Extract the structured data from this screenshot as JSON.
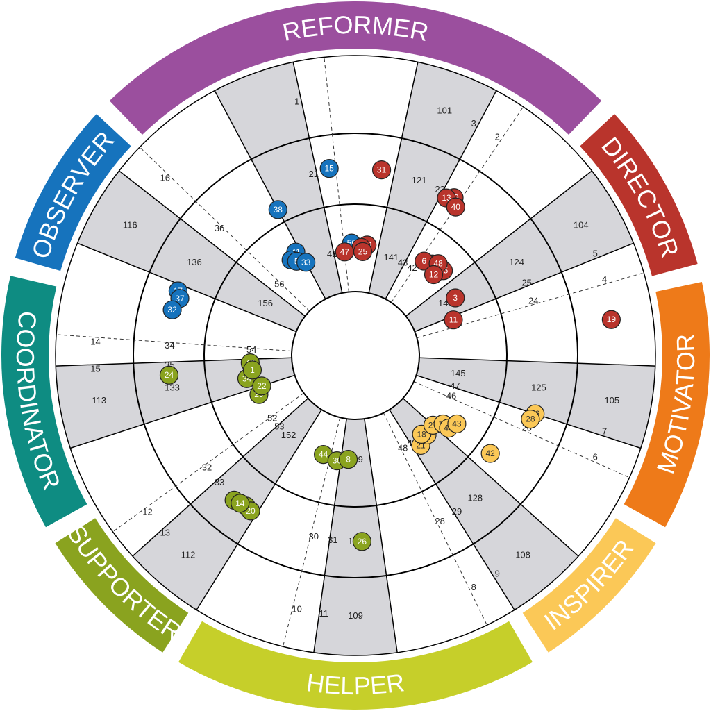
{
  "colors": {
    "background": "#ffffff",
    "grey_band": "#d6d6da",
    "ring_line": "#000000"
  },
  "segments": [
    {
      "key": "reformer",
      "label": "REFORMER",
      "color": "#9b4f9e"
    },
    {
      "key": "director",
      "label": "DIRECTOR",
      "color": "#b9342c"
    },
    {
      "key": "motivator",
      "label": "MOTIVATOR",
      "color": "#ee7a19"
    },
    {
      "key": "inspirer",
      "label": "INSPIRER",
      "color": "#fbc857"
    },
    {
      "key": "helper",
      "label": "HELPER",
      "color": "#c6cf2a"
    },
    {
      "key": "supporter",
      "label": "SUPPORTER",
      "color": "#8aa31f"
    },
    {
      "key": "coordinator",
      "label": "COORDINATOR",
      "color": "#0e8c82"
    },
    {
      "key": "observer",
      "label": "OBSERVER",
      "color": "#1673bd"
    }
  ],
  "outer_ring_numbers": [
    "1",
    "101",
    "2",
    "3",
    "104",
    "4",
    "5",
    "105",
    "6",
    "7",
    "108",
    "8",
    "9",
    "109",
    "10",
    "11",
    "112",
    "12",
    "13",
    "113",
    "14",
    "15",
    "116",
    "16"
  ],
  "middle_ring_numbers": [
    "21",
    "121",
    "22",
    "23",
    "124",
    "24",
    "25",
    "125",
    "26",
    "27",
    "128",
    "28",
    "29",
    "129",
    "30",
    "31",
    "132",
    "32",
    "33",
    "133",
    "34",
    "35",
    "136",
    "36"
  ],
  "inner_ring_numbers": [
    "41",
    "141",
    "42",
    "43",
    "144",
    "44",
    "45",
    "145",
    "46",
    "47",
    "148",
    "48",
    "49",
    "149",
    "50",
    "51",
    "152",
    "52",
    "53",
    "153",
    "54",
    "55",
    "156",
    "56"
  ],
  "dots": [
    {
      "num": "31",
      "group": "director"
    },
    {
      "num": "15",
      "group": "observer"
    },
    {
      "num": "38",
      "group": "observer"
    },
    {
      "num": "50",
      "group": "observer"
    },
    {
      "num": "23",
      "group": "director"
    },
    {
      "num": "2",
      "group": "director"
    },
    {
      "num": "47",
      "group": "director"
    },
    {
      "num": "25",
      "group": "director"
    },
    {
      "num": "39",
      "group": "director"
    },
    {
      "num": "13",
      "group": "director"
    },
    {
      "num": "40",
      "group": "director"
    },
    {
      "num": "10",
      "group": "director"
    },
    {
      "num": "6",
      "group": "director"
    },
    {
      "num": "35",
      "group": "director"
    },
    {
      "num": "48",
      "group": "director"
    },
    {
      "num": "12",
      "group": "director"
    },
    {
      "num": "3",
      "group": "director"
    },
    {
      "num": "11",
      "group": "director"
    },
    {
      "num": "19",
      "group": "director"
    },
    {
      "num": "41",
      "group": "observer"
    },
    {
      "num": "7",
      "group": "observer"
    },
    {
      "num": "5",
      "group": "observer"
    },
    {
      "num": "33",
      "group": "observer"
    },
    {
      "num": "17",
      "group": "observer"
    },
    {
      "num": "37",
      "group": "observer"
    },
    {
      "num": "32",
      "group": "observer"
    },
    {
      "num": "46",
      "group": "supporter"
    },
    {
      "num": "34",
      "group": "supporter"
    },
    {
      "num": "1",
      "group": "supporter"
    },
    {
      "num": "29",
      "group": "supporter"
    },
    {
      "num": "22",
      "group": "supporter"
    },
    {
      "num": "24",
      "group": "supporter"
    },
    {
      "num": "9",
      "group": "supporter"
    },
    {
      "num": "4",
      "group": "supporter"
    },
    {
      "num": "20",
      "group": "supporter"
    },
    {
      "num": "14",
      "group": "supporter"
    },
    {
      "num": "44",
      "group": "supporter"
    },
    {
      "num": "30",
      "group": "supporter"
    },
    {
      "num": "8",
      "group": "supporter"
    },
    {
      "num": "26",
      "group": "supporter"
    },
    {
      "num": "21",
      "group": "inspirer"
    },
    {
      "num": "45",
      "group": "inspirer"
    },
    {
      "num": "18",
      "group": "inspirer"
    },
    {
      "num": "27",
      "group": "inspirer"
    },
    {
      "num": "16",
      "group": "inspirer"
    },
    {
      "num": "49",
      "group": "inspirer"
    },
    {
      "num": "43",
      "group": "inspirer"
    },
    {
      "num": "36",
      "group": "inspirer"
    },
    {
      "num": "28",
      "group": "inspirer"
    },
    {
      "num": "42",
      "group": "inspirer"
    }
  ]
}
